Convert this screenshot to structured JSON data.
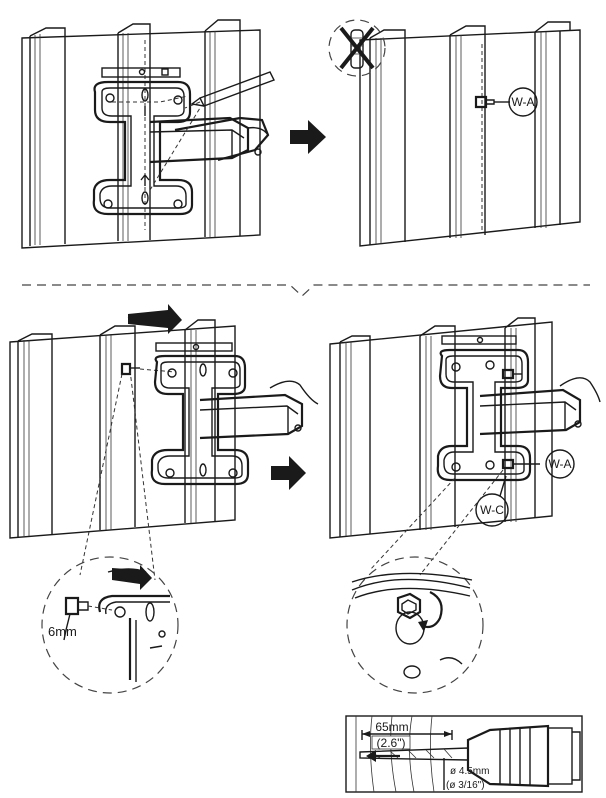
{
  "labels": {
    "anchor_top": "W-A",
    "anchor_bottom_right": "W-A",
    "washer_bottom": "W-C",
    "wrench_size": "6mm",
    "drill_depth_mm": "65mm",
    "drill_depth_in": "(2.6\")",
    "drill_dia_mm": "ø 4.5mm",
    "drill_dia_in": "(ø 3/16\")"
  },
  "colors": {
    "line": "#1a1a1a",
    "arrow": "#1a1a1a",
    "background": "#ffffff"
  },
  "icons": [
    "no-plug-icon",
    "arrow-right-icon",
    "bolt-icon",
    "wrench-icon",
    "drill-icon"
  ]
}
